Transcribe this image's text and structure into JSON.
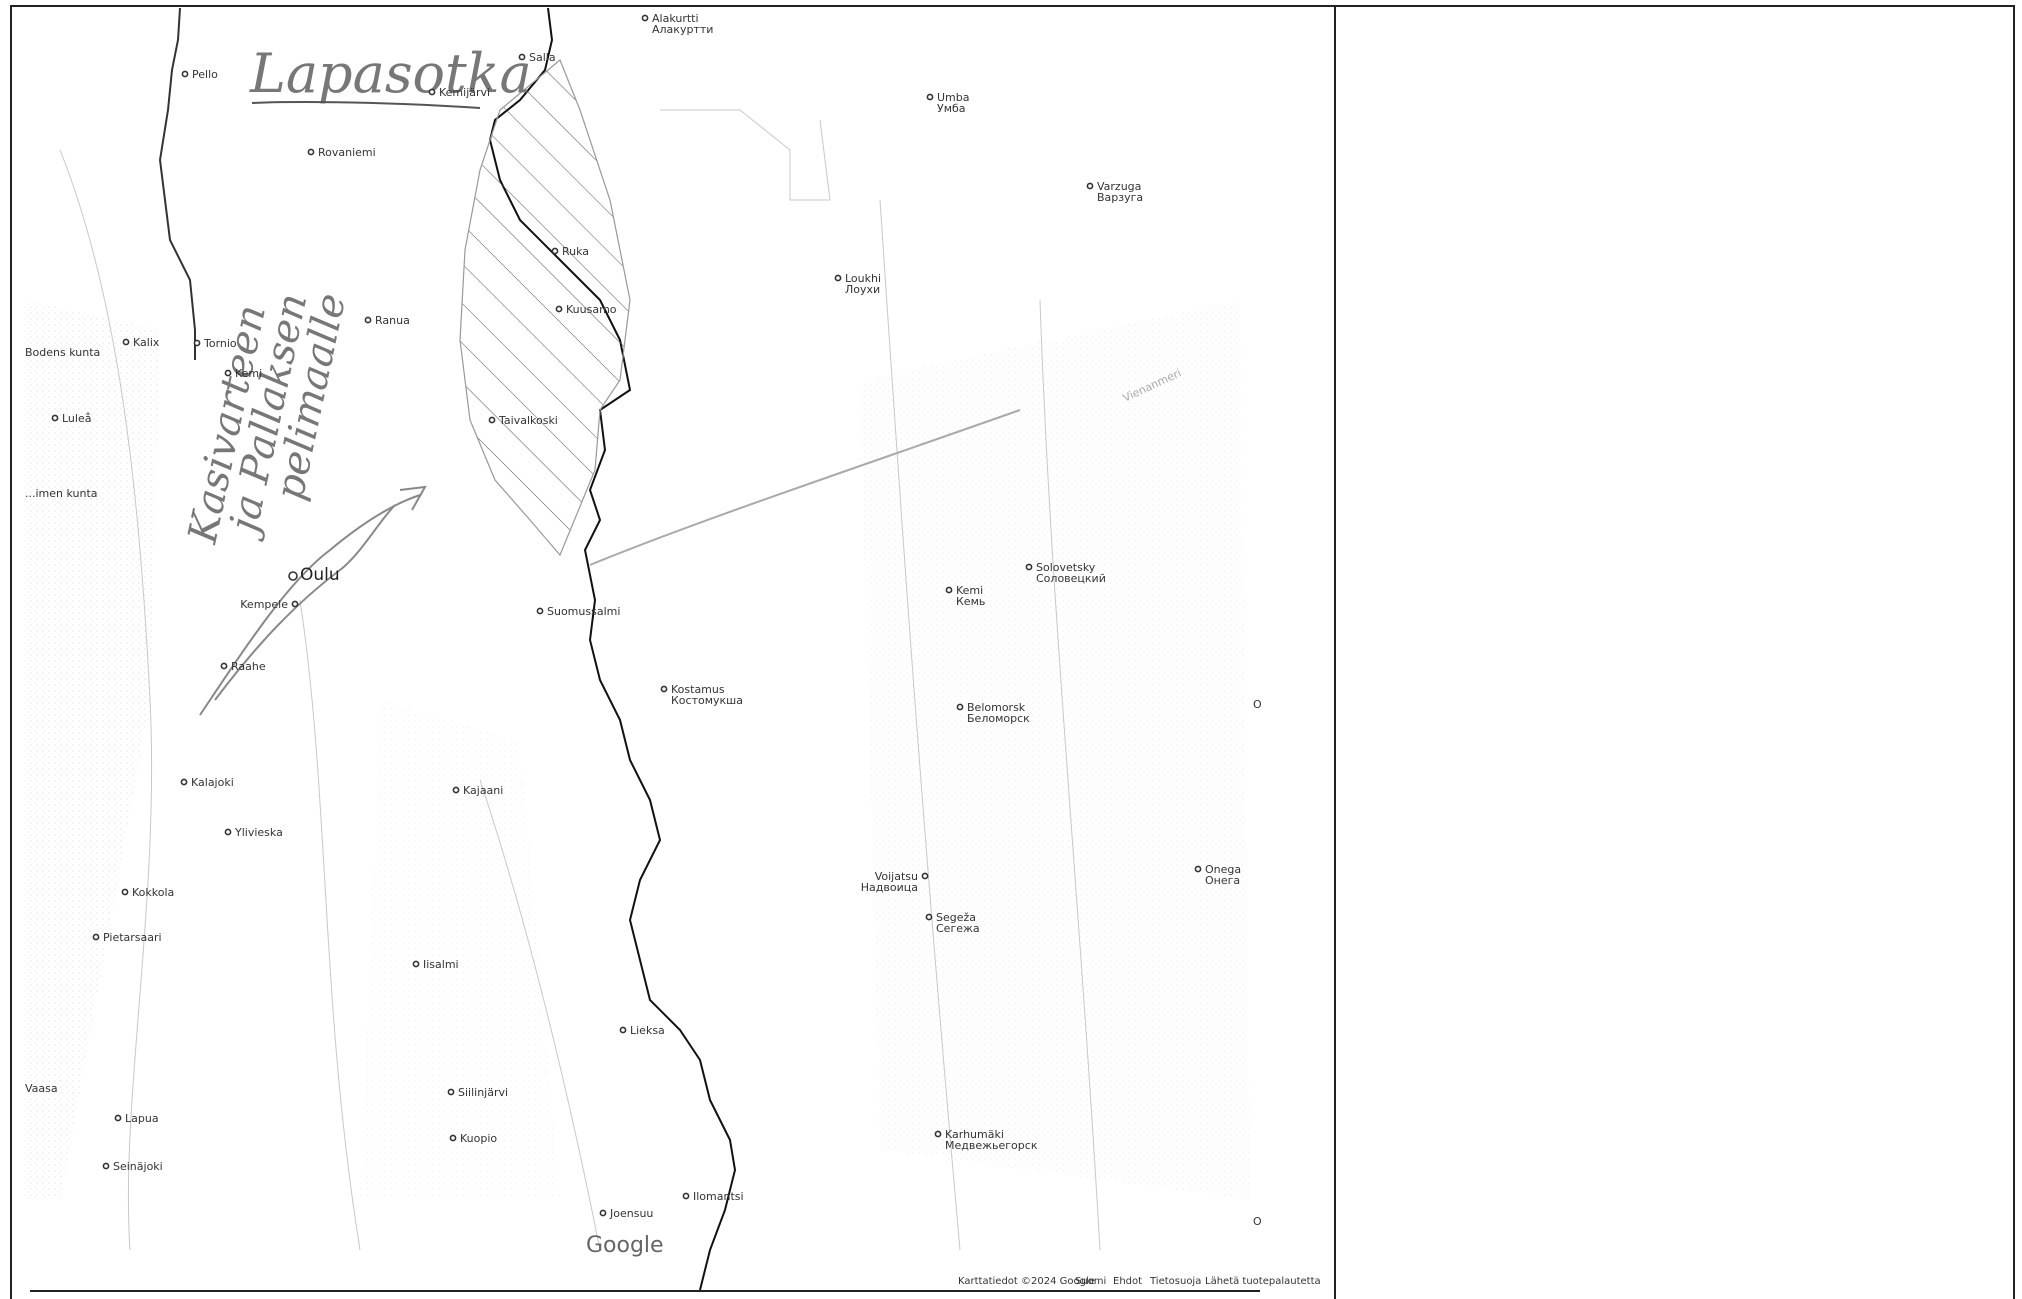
{
  "map": {
    "handwritten_title": "Lapasotka",
    "handwritten_note_lines": [
      "Kasivarteen",
      "ja Pallaksen",
      "pelimaalle"
    ],
    "google_logo": "Google",
    "attribution": [
      "Karttatiedot ©2024 Google",
      "Suomi",
      "Ehdot",
      "Tietosuoja",
      "Lähetä tuotepalautetta"
    ],
    "towns": [
      {
        "id": "pello",
        "name": "Pello"
      },
      {
        "id": "kemijarvi",
        "name": "Kemijärvi"
      },
      {
        "id": "salla",
        "name": "Salla"
      },
      {
        "id": "alakurtti",
        "name": "Alakurtti\nАлакуртти"
      },
      {
        "id": "rovaniemi",
        "name": "Rovaniemi"
      },
      {
        "id": "umba",
        "name": "Umba\nУмба"
      },
      {
        "id": "varzuga",
        "name": "Varzuga\nВарзуга"
      },
      {
        "id": "ruka",
        "name": "Ruka"
      },
      {
        "id": "kuusamo",
        "name": "Kuusamo"
      },
      {
        "id": "loukhi",
        "name": "Loukhi\nЛоухи"
      },
      {
        "id": "ranua",
        "name": "Ranua"
      },
      {
        "id": "kalix",
        "name": "Kalix"
      },
      {
        "id": "tornio",
        "name": "Tornio"
      },
      {
        "id": "kemi_fi",
        "name": "Kemi"
      },
      {
        "id": "bodens",
        "name": "Bodens kunta"
      },
      {
        "id": "lulea",
        "name": "Luleå"
      },
      {
        "id": "taivalkoski",
        "name": "Taivalkoski"
      },
      {
        "id": "pitea",
        "name": "...imen kunta"
      },
      {
        "id": "oulu",
        "name": "Oulu"
      },
      {
        "id": "kempele",
        "name": "Kempele"
      },
      {
        "id": "suomussalmi",
        "name": "Suomussalmi"
      },
      {
        "id": "kemi_ru",
        "name": "Kemi\nКемь"
      },
      {
        "id": "solovetsky",
        "name": "Solovetsky\nСоловецкий"
      },
      {
        "id": "raahe",
        "name": "Raahe"
      },
      {
        "id": "kostamus",
        "name": "Kostamus\nКостомукша"
      },
      {
        "id": "belomorsk",
        "name": "Belomorsk\nБеломорск"
      },
      {
        "id": "kajaani",
        "name": "Kajaani"
      },
      {
        "id": "kalajoki",
        "name": "Kalajoki"
      },
      {
        "id": "ylivieska",
        "name": "Ylivieska"
      },
      {
        "id": "onega",
        "name": "Onega\nОнега"
      },
      {
        "id": "voijatsu",
        "name": "Voijatsu\nНадвоица"
      },
      {
        "id": "segeza",
        "name": "Segeža\nСегежа"
      },
      {
        "id": "kokkola",
        "name": "Kokkola"
      },
      {
        "id": "pietarsaari",
        "name": "Pietarsaari"
      },
      {
        "id": "iisalmi",
        "name": "Iisalmi"
      },
      {
        "id": "lieksa",
        "name": "Lieksa"
      },
      {
        "id": "vaasa",
        "name": "Vaasa"
      },
      {
        "id": "siilinjarvi",
        "name": "Siilinjärvi"
      },
      {
        "id": "lapua",
        "name": "Lapua"
      },
      {
        "id": "kuopio",
        "name": "Kuopio"
      },
      {
        "id": "karhumaki",
        "name": "Karhumäki\nМедвежьегорск"
      },
      {
        "id": "seinajoki",
        "name": "Seinäjoki"
      },
      {
        "id": "joensuu",
        "name": "Joensuu"
      },
      {
        "id": "ilomantsi",
        "name": "Ilomantsi"
      },
      {
        "id": "vienanmeri",
        "name": "Vienanmeri"
      }
    ]
  }
}
